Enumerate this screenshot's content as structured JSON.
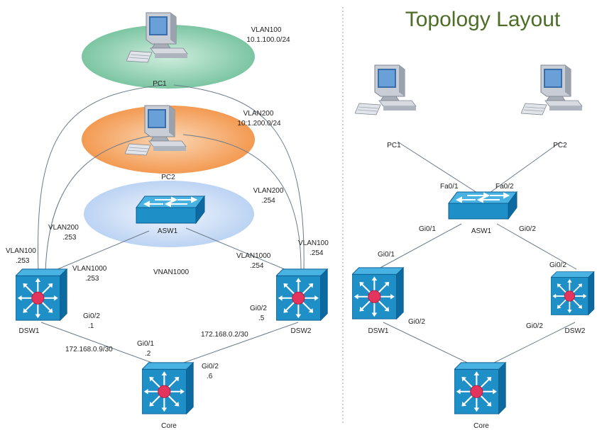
{
  "title": "Topology Layout",
  "colors": {
    "vlan100_zone": "#8fcfb0",
    "vlan200_zone": "#f3a260",
    "vlan1000_zone": "#c9dcf6",
    "device_blue": "#1f8fc8",
    "device_dark": "#0c5f91",
    "router_core": "#e2345c",
    "link_line": "#6b7a8a",
    "title_text": "#4d6d28"
  },
  "left": {
    "zones": {
      "vlan100": {
        "name": "VLAN100",
        "subnet": "10.1.100.0/24"
      },
      "vlan200": {
        "name": "VLAN200",
        "subnet": "10:1.200.0/24"
      }
    },
    "devices": {
      "pc1": {
        "label": "PC1",
        "icon": "pc-icon"
      },
      "pc2": {
        "label": "PC2",
        "icon": "pc-icon"
      },
      "asw1": {
        "label": "ASW1",
        "icon": "access-switch-icon"
      },
      "dsw1": {
        "label": "DSW1",
        "icon": "multilayer-switch-icon"
      },
      "dsw2": {
        "label": "DSW2",
        "icon": "multilayer-switch-icon"
      },
      "core": {
        "label": "Core",
        "icon": "multilayer-switch-icon"
      }
    },
    "labels": {
      "vlan200_254_top": "VLAN200",
      "vlan200_254_bottom": ".254",
      "vlan200_253_top": "VLAN200",
      "vlan200_253_bottom": ".253",
      "vlan100_253_top": "VLAN100",
      "vlan100_253_bottom": ".253",
      "vlan1000_253_top": "VLAN1000",
      "vlan1000_253_bottom": ".253",
      "vnan1000": "VNAN1000",
      "vlan1000_254_top": "VLAN1000",
      "vlan1000_254_bottom": ".254",
      "vlan100_254_top": "VLAN100",
      "vlan100_254_bottom": ".254",
      "dsw1_gi02": "Gi0/2",
      "dsw1_gi02_ip": ".1",
      "dsw2_gi02": "Gi0/2",
      "dsw2_gi02_ip": ".5",
      "core_gi01": "Gi0/1",
      "core_gi01_ip": ".2",
      "core_gi02": "Gi0/2",
      "core_gi02_ip": ".6",
      "net_dsw1_core": "172.168.0.9/30",
      "net_dsw2_core": "172.168.0.2/30"
    }
  },
  "right": {
    "devices": {
      "pc1": {
        "label": "PC1",
        "icon": "pc-icon"
      },
      "pc2": {
        "label": "PC2",
        "icon": "pc-icon"
      },
      "asw1": {
        "label": "ASW1",
        "icon": "access-switch-icon"
      },
      "dsw1": {
        "label": "DSW1",
        "icon": "multilayer-switch-icon"
      },
      "dsw2": {
        "label": "DSW2",
        "icon": "multilayer-switch-icon"
      },
      "core": {
        "label": "Core",
        "icon": "multilayer-switch-icon"
      }
    },
    "ports": {
      "asw_fa01": "Fa0/1",
      "asw_fa02": "Fa0/2",
      "asw_gi01": "Gi0/1",
      "asw_gi02": "Gi0/2",
      "dsw1_gi01": "Gi0/1",
      "dsw2_gi02_top": "Gi0/2",
      "dsw1_gi02": "Gi0/2",
      "dsw2_gi02": "Gi0/2"
    }
  }
}
